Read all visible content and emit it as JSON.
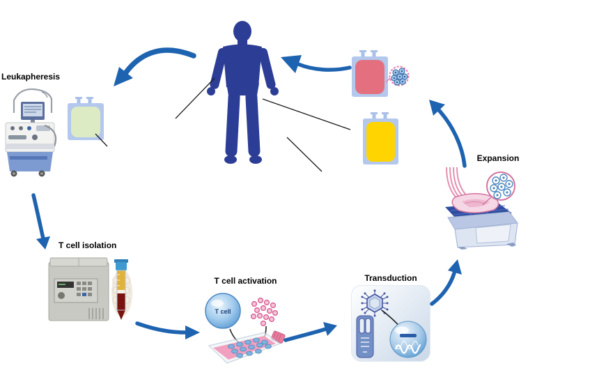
{
  "diagram": {
    "steps": {
      "leukapheresis": {
        "label": "Leukapheresis"
      },
      "isolation": {
        "label": "T cell isolation"
      },
      "activation": {
        "label": "T cell activation",
        "cell_caption": "T cell"
      },
      "transduction": {
        "label": "Transduction"
      },
      "expansion": {
        "label": "Expansion"
      }
    },
    "colors": {
      "arrow": "#1e63b0",
      "figure": "#2c3d96",
      "product_bag": "#e4707f",
      "serum_bag": "#ffd400",
      "apheresis_bag": "#dcebc4",
      "bag_border": "#b3c8ec"
    }
  }
}
